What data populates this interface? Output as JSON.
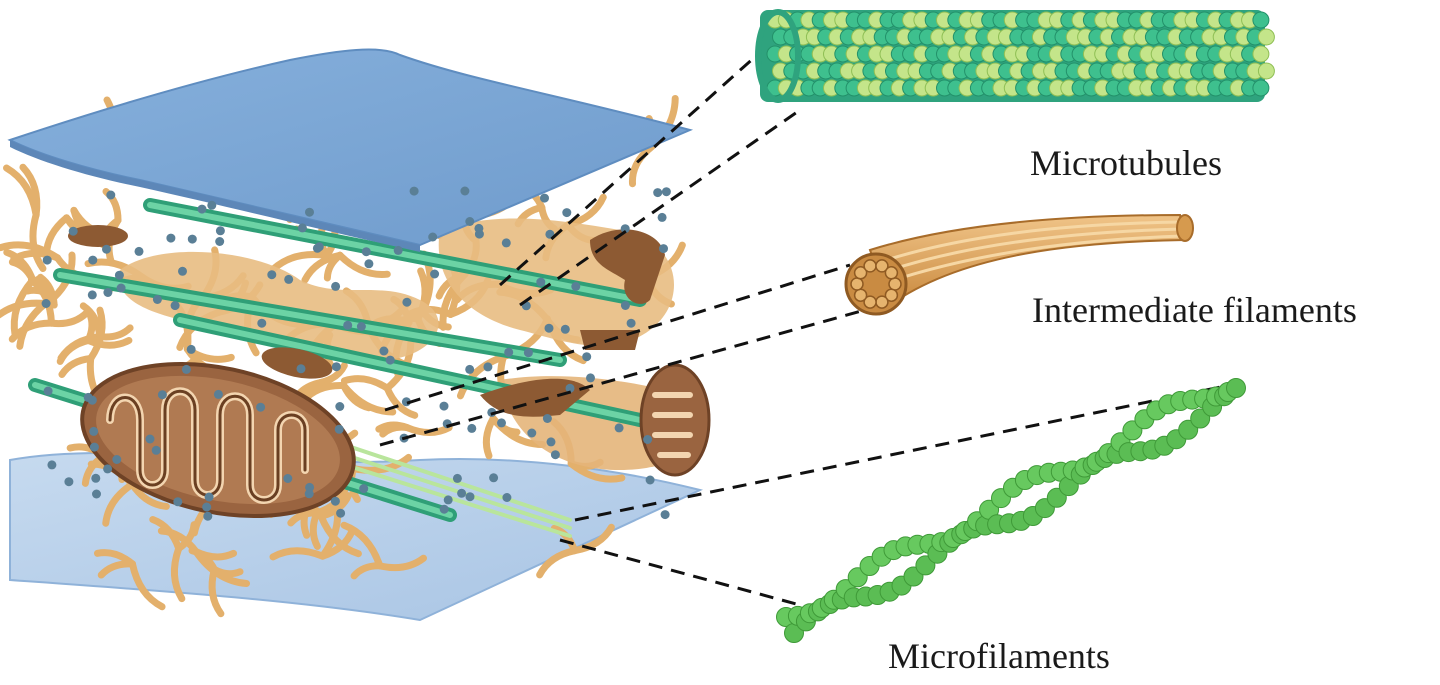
{
  "labels": {
    "microtubules": "Microtubules",
    "intermediate_filaments": "Intermediate filaments",
    "microfilaments": "Microfilaments"
  },
  "colors": {
    "membrane": "#7ea8d6",
    "membrane_lower": "#b4cde8",
    "cytoplasm_network": "#e8b97a",
    "microtubule_dark": "#3dbb8a",
    "microtubule_light": "#b8df7f",
    "intermediate_filament": "#d99a4a",
    "microfilament": "#5fc25a",
    "mitochondrion": "#8a5a3a",
    "dashed_line": "#111111"
  }
}
